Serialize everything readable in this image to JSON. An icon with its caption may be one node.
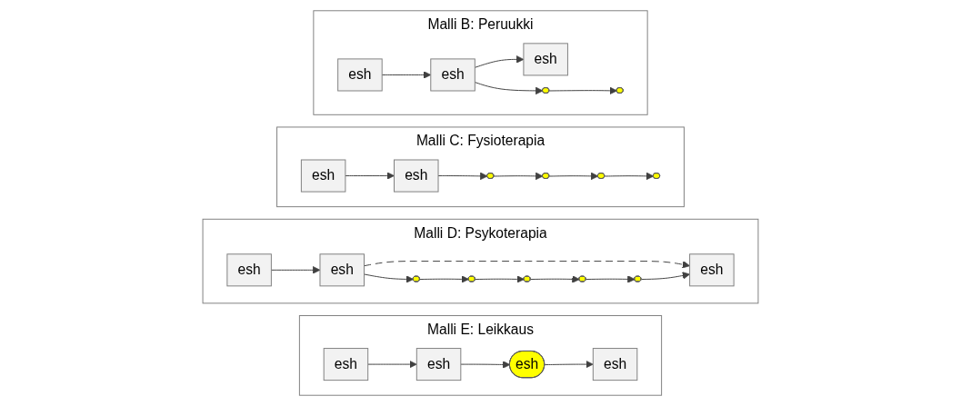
{
  "diagram": {
    "nodes": [
      {
        "text": [
          "Malli B: Peruukki"
        ]
      },
      {
        "text": [
          "esh"
        ],
        "in": 0
      },
      {
        "text": [
          "esh"
        ],
        "in": 0
      },
      {
        "text": [
          "esh"
        ],
        "in": 0
      },
      {
        "text": [],
        "shape": "pill",
        "in": 0
      },
      {
        "text": [],
        "shape": "pill",
        "in": 0
      },
      {
        "text": [
          "Malli C: Fysioterapia"
        ]
      },
      {
        "text": [
          "esh"
        ],
        "in": 6
      },
      {
        "text": [
          "esh"
        ],
        "in": 6
      },
      {
        "text": [],
        "shape": "pill",
        "in": 6
      },
      {
        "text": [],
        "shape": "pill",
        "in": 6
      },
      {
        "text": [],
        "shape": "pill",
        "in": 6
      },
      {
        "text": [],
        "shape": "pill",
        "in": 6
      },
      {
        "text": [
          "Malli D: Psykoterapia"
        ]
      },
      {
        "text": [
          "esh"
        ],
        "in": 13
      },
      {
        "text": [
          "esh"
        ],
        "in": 13
      },
      {
        "text": [],
        "shape": "pill",
        "in": 13
      },
      {
        "text": [],
        "shape": "pill",
        "in": 13
      },
      {
        "text": [],
        "shape": "pill",
        "in": 13
      },
      {
        "text": [],
        "shape": "pill",
        "in": 13
      },
      {
        "text": [],
        "shape": "pill",
        "in": 13
      },
      {
        "text": [
          "esh"
        ],
        "in": 13
      },
      {
        "text": [
          "Malli E: Leikkaus"
        ]
      },
      {
        "text": [
          "esh"
        ],
        "in": 22
      },
      {
        "text": [
          "esh"
        ],
        "in": 22
      },
      {
        "text": [
          "esh"
        ],
        "in": 22
      },
      {
        "text": [
          "esh"
        ],
        "in": 22
      }
    ],
    "edges": [
      {
        "from": 1,
        "to": 2,
        "arrow": "to"
      },
      {
        "from": 2,
        "to": 3,
        "arrow": "to"
      },
      {
        "from": 2,
        "to": 4,
        "arrow": "to"
      },
      {
        "from": 4,
        "to": 5,
        "arrow": "to"
      },
      {
        "from": 7,
        "to": 8,
        "arrow": "to"
      },
      {
        "from": 8,
        "to": 9,
        "arrow": "to"
      },
      {
        "from": 9,
        "to": 10,
        "arrow": "to"
      },
      {
        "from": 10,
        "to": 11,
        "arrow": "to"
      },
      {
        "from": 11,
        "to": 12,
        "arrow": "to"
      },
      {
        "from": 14,
        "to": 15,
        "arrow": "to"
      },
      {
        "from": 15,
        "to": 21,
        "arrow": "to",
        "style": "dashed"
      },
      {
        "from": 15,
        "to": 16,
        "arrow": "to"
      },
      {
        "from": 16,
        "to": 17,
        "arrow": "to"
      },
      {
        "from": 17,
        "to": 18,
        "arrow": "to"
      },
      {
        "from": 18,
        "to": 19,
        "arrow": "to"
      },
      {
        "from": 19,
        "to": 20,
        "arrow": "to"
      },
      {
        "from": 20,
        "to": 21,
        "arrow": "to"
      },
      {
        "from": 23,
        "to": 24,
        "arrow": "to"
      },
      {
        "from": 24,
        "to": 25,
        "arrow": "to"
      },
      {
        "from": 25,
        "to": 26,
        "arrow": "to"
      }
    ]
  }
}
